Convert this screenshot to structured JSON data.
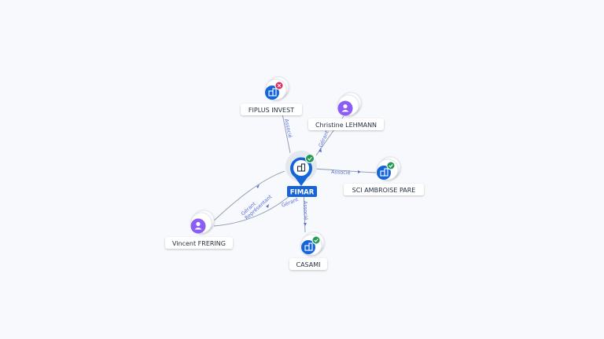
{
  "graph": {
    "center": {
      "name": "FIMAR",
      "status": "active"
    },
    "nodes": {
      "fiplus": {
        "name": "FIPLUS INVEST",
        "kind": "company",
        "status": "closed"
      },
      "christine": {
        "name": "Christine LEHMANN",
        "kind": "person"
      },
      "sci": {
        "name": "SCI AMBROISE PARE",
        "kind": "company",
        "status": "active"
      },
      "casami": {
        "name": "CASAMI",
        "kind": "company",
        "status": "active"
      },
      "vincent": {
        "name": "Vincent FRERING",
        "kind": "person"
      }
    },
    "edges": {
      "fiplus": "Associé",
      "christine": "Gérant",
      "sci": "Associé",
      "casami": "Associé",
      "vincent_gerant_rep": "Gérant\nReprésentant",
      "vincent_gerant": "Gérant"
    }
  },
  "colors": {
    "primary": "#1565d8",
    "person": "#8b5cf6",
    "active_badge": "#1f9d55",
    "closed_badge": "#e0245e",
    "edge": "#7c8ba6"
  },
  "icons": {
    "company": "building-icon",
    "person": "person-icon",
    "active": "check-badge-icon",
    "closed": "close-badge-icon"
  }
}
